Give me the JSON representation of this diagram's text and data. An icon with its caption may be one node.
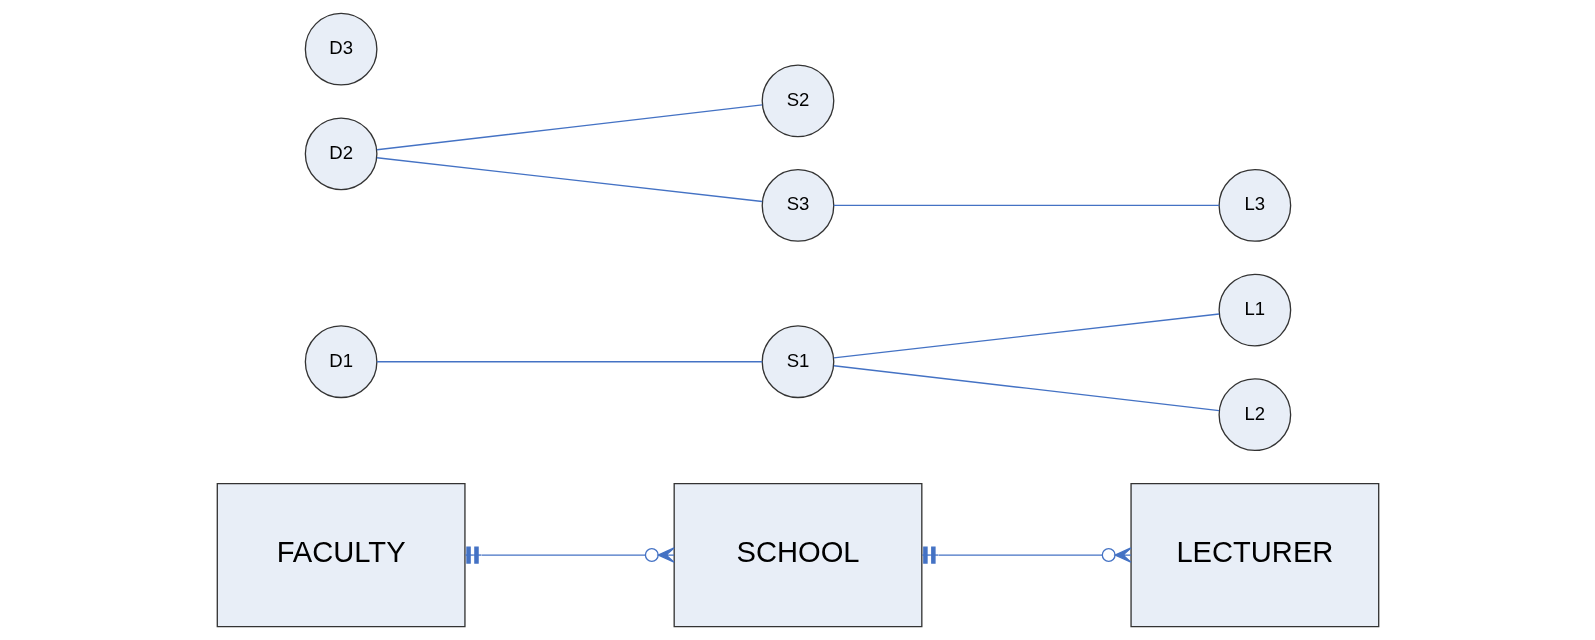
{
  "diagram": {
    "nodes": [
      {
        "text": [
          "FACULTY"
        ]
      },
      {
        "text": [
          "SCHOOL"
        ]
      },
      {
        "text": [
          "LECTURER"
        ]
      },
      {
        "text": [
          "D1"
        ]
      },
      {
        "text": [
          "S1"
        ]
      },
      {
        "text": [
          "L1"
        ]
      },
      {
        "text": [
          "D2"
        ]
      },
      {
        "text": [
          "S2"
        ]
      },
      {
        "text": [
          "L2"
        ]
      },
      {
        "text": [
          "D3"
        ]
      },
      {
        "text": [
          "S3"
        ]
      },
      {
        "text": [
          "L3"
        ]
      }
    ],
    "edges": [
      {
        "from": 0,
        "to": 1,
        "arrow": "other"
      },
      {
        "from": 1,
        "to": 2,
        "arrow": "other"
      },
      {
        "from": 3,
        "to": 4,
        "arrow": "none"
      },
      {
        "from": 4,
        "to": 5,
        "arrow": "none"
      },
      {
        "from": 4,
        "to": 8,
        "arrow": "none"
      },
      {
        "from": 6,
        "to": 7,
        "arrow": "none"
      },
      {
        "from": 6,
        "to": 10,
        "arrow": "none"
      },
      {
        "from": 10,
        "to": 11,
        "arrow": "none"
      }
    ]
  }
}
